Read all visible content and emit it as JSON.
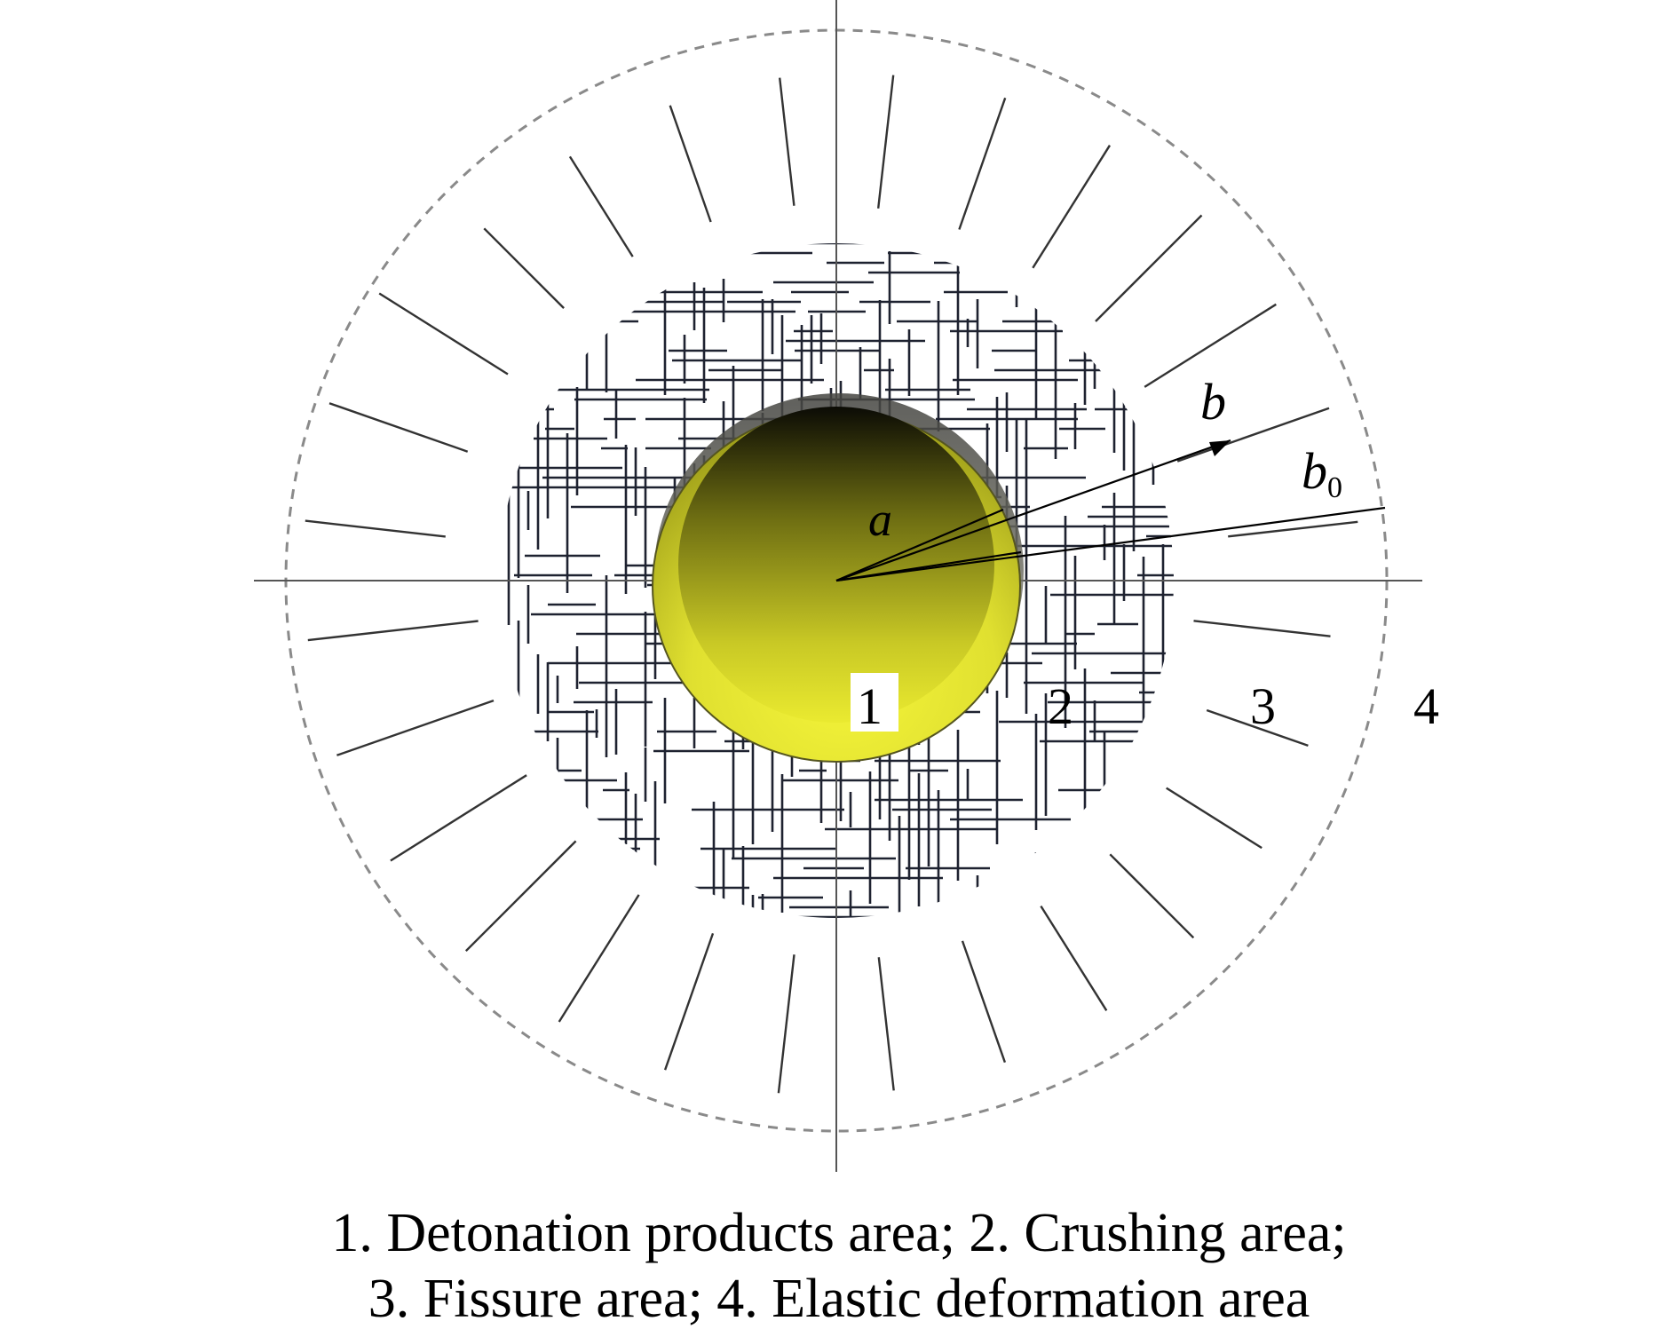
{
  "labels": {
    "radius_a": "a",
    "radius_b": "b",
    "radius_b0_base": "b",
    "radius_b0_sub": "0",
    "zone_1": "1",
    "zone_2": "2",
    "zone_3": "3",
    "zone_4": "4"
  },
  "caption": {
    "line1": "1. Detonation products area; 2. Crushing area;",
    "line2": "3. Fissure area; 4. Elastic deformation area"
  },
  "colors": {
    "charge_light": "#f2f23a",
    "charge_mid": "#b5b51e",
    "charge_dark": "#0d0d05",
    "crack_lines": "#1e2230",
    "fissure_lines": "#333333",
    "boundary": "#7a7a7a"
  }
}
